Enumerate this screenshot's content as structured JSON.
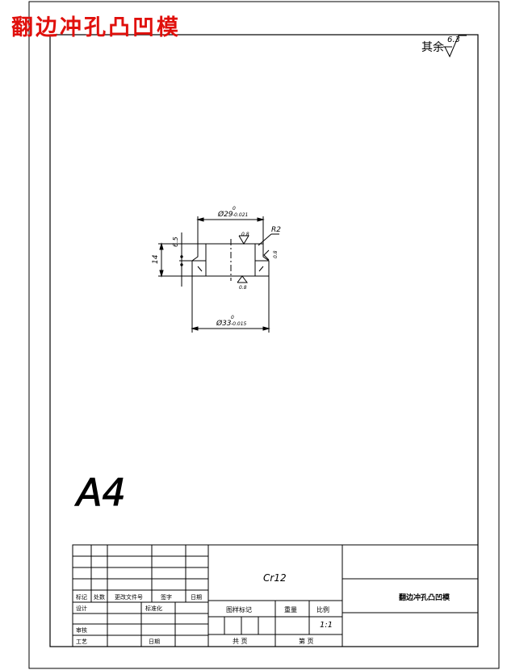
{
  "header": {
    "title": "翻边冲孔凸凹模"
  },
  "roughness_note": {
    "label": "其余",
    "value": "6.3"
  },
  "drawing": {
    "dim_top": {
      "text": "Ø29",
      "upper": "0",
      "lower": "-0.021"
    },
    "dim_bottom": {
      "text": "Ø33",
      "upper": "0",
      "lower": "-0.015"
    },
    "dim_height_total": "14",
    "dim_height_step": "6.5",
    "radius": "R2",
    "finish_top": "0.8",
    "finish_side": "0.8",
    "finish_bottom": "0.8"
  },
  "paper_size": "A4",
  "title_block": {
    "material": "Cr12",
    "part_name": "翻边冲孔凸凹模",
    "revision_headers": [
      "标记",
      "处数",
      "更改文件号",
      "签字",
      "日期"
    ],
    "sign_labels": [
      "设计",
      "标准化"
    ],
    "review_label": "审核",
    "craft_label": "工艺",
    "date_label": "日期",
    "stage_mark_label": "图样标记",
    "weight_label": "重量",
    "scale_label": "比例",
    "scale_value": "1:1",
    "sheet_total_label": "共 页",
    "sheet_no_label": "第 页"
  }
}
